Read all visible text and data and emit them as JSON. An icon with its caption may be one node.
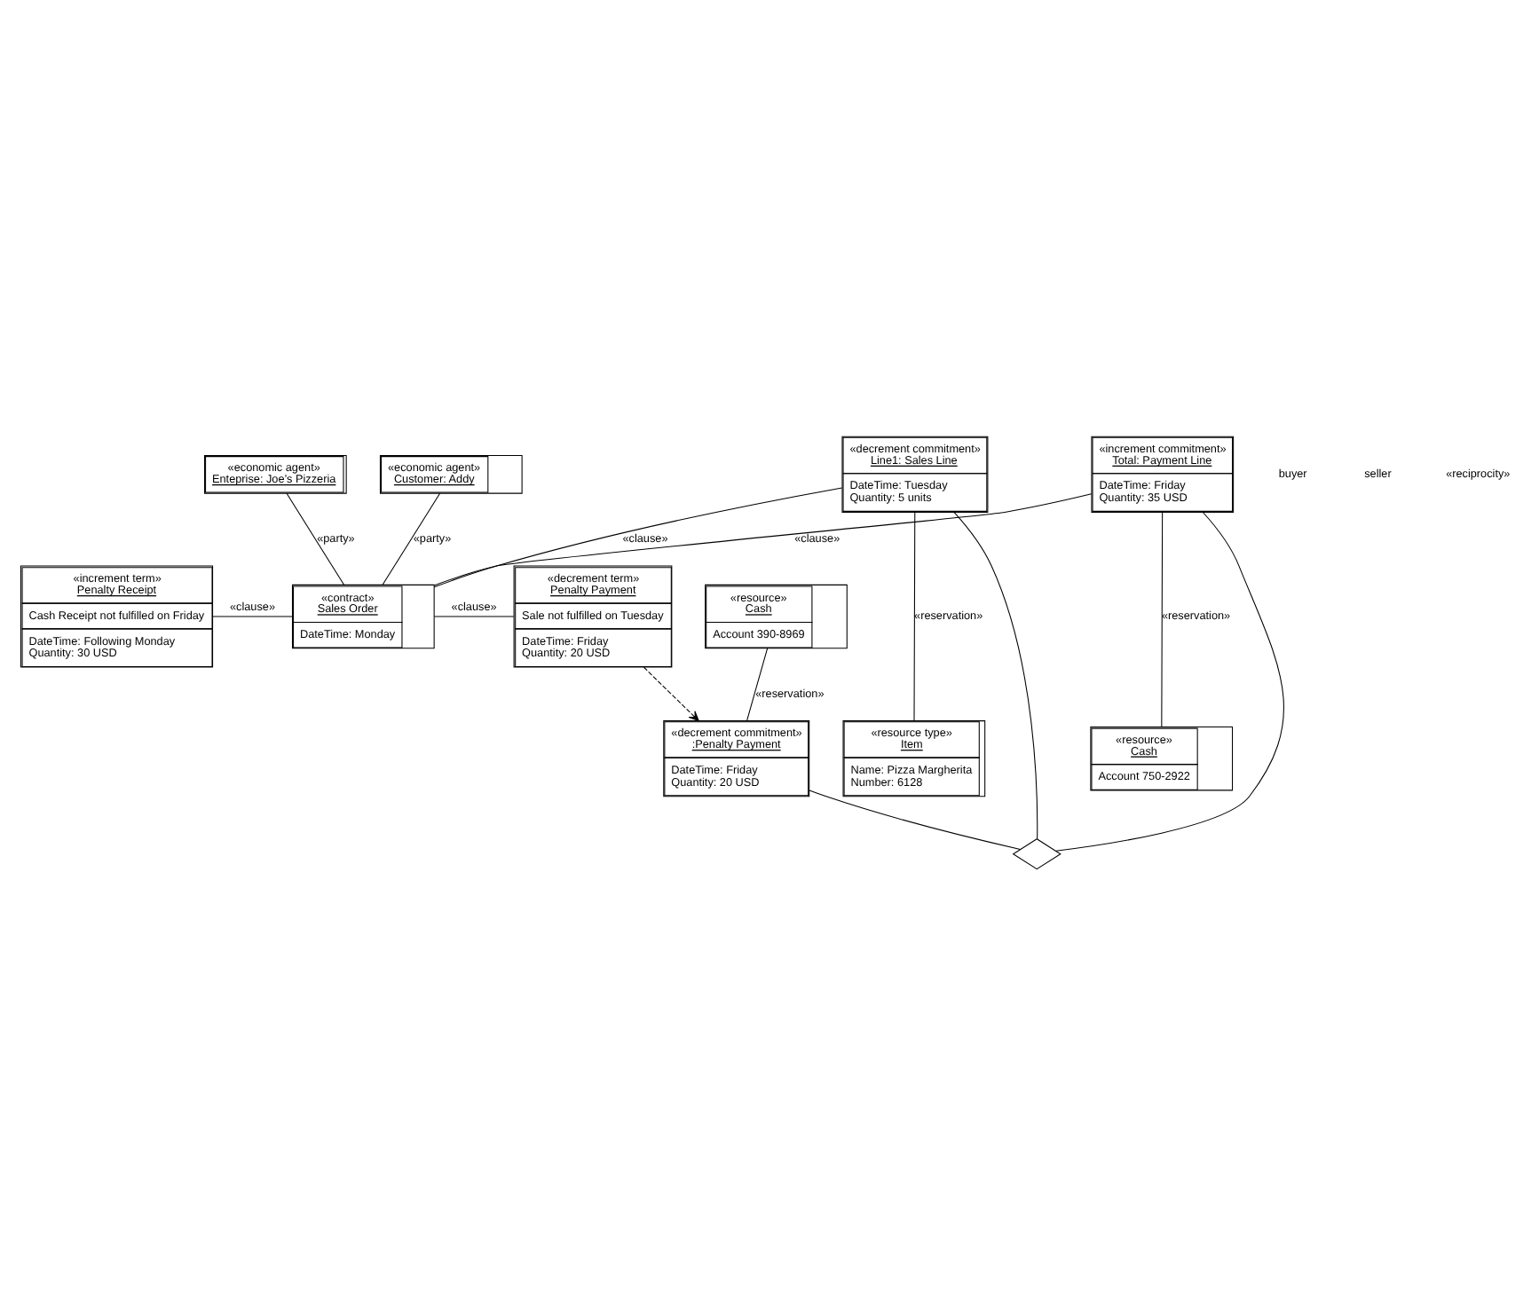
{
  "diagram": {
    "nodes": [
      {
        "text": [
          "«economic agent»",
          "Customer: Addy"
        ]
      },
      {
        "text": [
          "«economic agent»",
          "Enteprise: Joe’s Pizzeria"
        ]
      },
      {
        "text": [
          "«decrement term»",
          "Penalty Payment",
          "Sale not fulfilled on Tuesday",
          "DateTime: Friday",
          "Quantity: 20 USD"
        ]
      },
      {
        "text": [
          "«contract»",
          "Sales Order",
          "DateTime: Monday"
        ]
      },
      {
        "text": [
          "«increment term»",
          "Penalty Receipt",
          "Cash Receipt not fulfilled on Friday",
          "DateTime: Following Monday",
          "Quantity: 30 USD"
        ]
      },
      {
        "text": [
          "«decrement commitment»",
          "Line1: Sales Line",
          "DateTime: Tuesday",
          "Quantity: 5 units"
        ]
      },
      {
        "text": [
          "«increment commitment»",
          "Total: Payment Line",
          "DateTime: Friday",
          "Quantity: 35 USD"
        ]
      },
      {
        "text": [],
        "shape": "diamond"
      },
      {
        "text": [
          "«resource type»",
          "Item",
          "Name: Pizza Margherita",
          "Number: 6128"
        ]
      },
      {
        "text": [
          "«decrement commitment»",
          ":Penalty Payment",
          "DateTime: Friday",
          "Quantity: 20 USD"
        ]
      },
      {
        "text": [
          "«resource»",
          "Cash",
          "Account 750-2922"
        ]
      },
      {
        "text": [
          "«resource»",
          "Cash",
          "Account 390-8969"
        ]
      }
    ],
    "edges": [
      {
        "from": 0,
        "to": 3,
        "arrow": "none",
        "label": "«party»"
      },
      {
        "from": 1,
        "to": 3,
        "arrow": "none",
        "label": "«party»"
      },
      {
        "from": 2,
        "to": 3,
        "arrow": "none",
        "label": "«clause»"
      },
      {
        "from": 4,
        "to": 3,
        "arrow": "none",
        "label": "«clause»"
      },
      {
        "from": 5,
        "to": 3,
        "arrow": "none",
        "label": "«clause»"
      },
      {
        "from": 6,
        "to": 3,
        "arrow": "none",
        "label": "«clause»"
      },
      {
        "from": 5,
        "to": 7,
        "arrow": "none"
      },
      {
        "from": 6,
        "to": 7,
        "arrow": "none"
      },
      {
        "from": 9,
        "to": 7,
        "arrow": "none"
      },
      {
        "from": 8,
        "to": 5,
        "arrow": "none",
        "label": "«reservation»"
      },
      {
        "from": 6,
        "to": 10,
        "arrow": "none",
        "label": "«reservation»"
      },
      {
        "from": 11,
        "to": 9,
        "arrow": "none",
        "label": "«reservation»"
      },
      {
        "from": 2,
        "to": 9,
        "arrow": "to",
        "style": "dashed"
      }
    ],
    "labels": [
      "buyer",
      "seller",
      "«reciprocity»"
    ]
  }
}
